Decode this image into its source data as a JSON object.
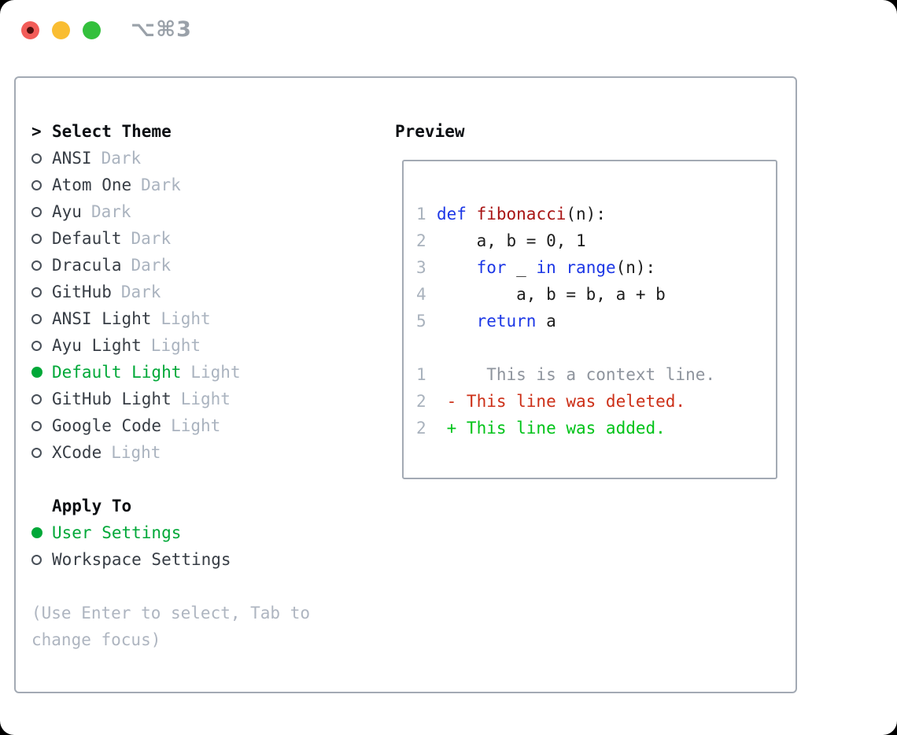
{
  "colors": {
    "window_border": "#a3aab4",
    "ui_green": "#00a838",
    "keyword_blue": "#1c37e6",
    "function_red": "#a81414",
    "code_black": "#1d1d1d",
    "context_gray": "#8e949d",
    "deleted_red": "#cc2f17",
    "added_green": "#00c318",
    "muted_gray": "#aab3bf",
    "hint_gray": "#aeb5c0",
    "line_number_gray": "#a9b2bd",
    "traffic_red": "#f25c58",
    "traffic_red_dot": "#500f0d",
    "traffic_yellow": "#f9bd32",
    "traffic_green": "#33c03c",
    "shortcut_gray": "#9aa1a9",
    "text_dark": "#373d45",
    "heading_black": "#0b0e12"
  },
  "titlebar": {
    "shortcut": "⌥⌘3"
  },
  "left": {
    "cursor": ">",
    "header": "Select Theme",
    "themes": [
      {
        "name": "ANSI",
        "tag": "Dark",
        "selected": false
      },
      {
        "name": "Atom One",
        "tag": "Dark",
        "selected": false
      },
      {
        "name": "Ayu",
        "tag": "Dark",
        "selected": false
      },
      {
        "name": "Default",
        "tag": "Dark",
        "selected": false
      },
      {
        "name": "Dracula",
        "tag": "Dark",
        "selected": false
      },
      {
        "name": "GitHub",
        "tag": "Dark",
        "selected": false
      },
      {
        "name": "ANSI Light",
        "tag": "Light",
        "selected": false
      },
      {
        "name": "Ayu Light",
        "tag": "Light",
        "selected": false
      },
      {
        "name": "Default Light",
        "tag": "Light",
        "selected": true
      },
      {
        "name": "GitHub Light",
        "tag": "Light",
        "selected": false
      },
      {
        "name": "Google Code",
        "tag": "Light",
        "selected": false
      },
      {
        "name": "XCode",
        "tag": "Light",
        "selected": false
      }
    ],
    "apply_header": "Apply To",
    "apply_options": [
      {
        "label": "User Settings",
        "selected": true
      },
      {
        "label": "Workspace Settings",
        "selected": false
      }
    ],
    "hint_lines": [
      "(Use Enter to select, Tab to",
      "change focus)"
    ]
  },
  "preview": {
    "title": "Preview",
    "lines": [
      {
        "num": "1",
        "segments": [
          {
            "t": "def",
            "c": "kw"
          },
          {
            "t": " ",
            "c": "pl"
          },
          {
            "t": "fibonacci",
            "c": "fn"
          },
          {
            "t": "(n):",
            "c": "pl"
          }
        ]
      },
      {
        "num": "2",
        "segments": [
          {
            "t": "    a, b = 0, 1",
            "c": "pl"
          }
        ]
      },
      {
        "num": "3",
        "segments": [
          {
            "t": "    ",
            "c": "pl"
          },
          {
            "t": "for",
            "c": "kw"
          },
          {
            "t": " _ ",
            "c": "pl"
          },
          {
            "t": "in",
            "c": "kw"
          },
          {
            "t": " ",
            "c": "pl"
          },
          {
            "t": "range",
            "c": "kw"
          },
          {
            "t": "(n):",
            "c": "pl"
          }
        ]
      },
      {
        "num": "4",
        "segments": [
          {
            "t": "        a, b = b, a + b",
            "c": "pl"
          }
        ]
      },
      {
        "num": "5",
        "segments": [
          {
            "t": "    ",
            "c": "pl"
          },
          {
            "t": "return",
            "c": "kw"
          },
          {
            "t": " a",
            "c": "pl"
          }
        ]
      },
      {
        "num": "",
        "blank": true,
        "segments": []
      },
      {
        "num": "1",
        "segments": [
          {
            "t": "     This is a context line.",
            "c": "ctx"
          }
        ]
      },
      {
        "num": "2",
        "segments": [
          {
            "t": " - This line was deleted.",
            "c": "del"
          }
        ]
      },
      {
        "num": "2",
        "segments": [
          {
            "t": " + This line was added.",
            "c": "add"
          }
        ]
      }
    ]
  }
}
